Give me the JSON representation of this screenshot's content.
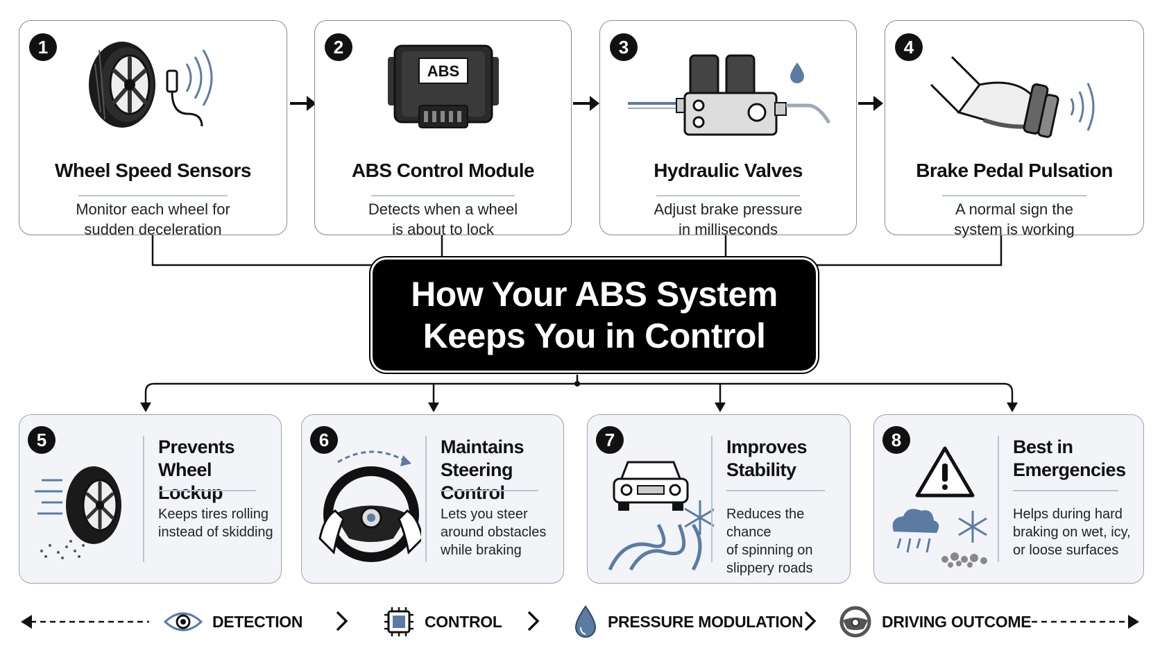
{
  "center_title": "How Your ABS System\nKeeps You in Control",
  "top_steps": [
    {
      "number": "1",
      "title": "Wheel Speed Sensors",
      "desc": "Monitor each wheel for\nsudden deceleration"
    },
    {
      "number": "2",
      "title": "ABS Control Module",
      "desc": "Detects when a wheel\nis about to lock",
      "module_label": "ABS"
    },
    {
      "number": "3",
      "title": "Hydraulic Valves",
      "desc": "Adjust brake pressure\nin milliseconds"
    },
    {
      "number": "4",
      "title": "Brake Pedal Pulsation",
      "desc": "A normal sign the\nsystem is working"
    }
  ],
  "benefits": [
    {
      "number": "5",
      "title": "Prevents\nWheel Lockup",
      "desc": "Keeps tires rolling\ninstead of skidding"
    },
    {
      "number": "6",
      "title": "Maintains\nSteering Control",
      "desc": "Lets you steer\naround obstacles\nwhile braking"
    },
    {
      "number": "7",
      "title": "Improves\nStability",
      "desc": "Reduces the chance\nof spinning on\nslippery roads"
    },
    {
      "number": "8",
      "title": "Best in\nEmergencies",
      "desc": "Helps during hard\nbraking on wet, icy,\nor loose surfaces"
    }
  ],
  "legend": [
    {
      "label": "DETECTION",
      "icon": "eye-icon"
    },
    {
      "label": "CONTROL",
      "icon": "chip-icon"
    },
    {
      "label": "PRESSURE MODULATION",
      "icon": "water-drop-icon"
    },
    {
      "label": "DRIVING OUTCOME",
      "icon": "steering-wheel-icon"
    }
  ],
  "colors": {
    "accent_blue": "#5b7ba3",
    "card_fill": "#f2f4f8",
    "text_dark": "#111111"
  }
}
